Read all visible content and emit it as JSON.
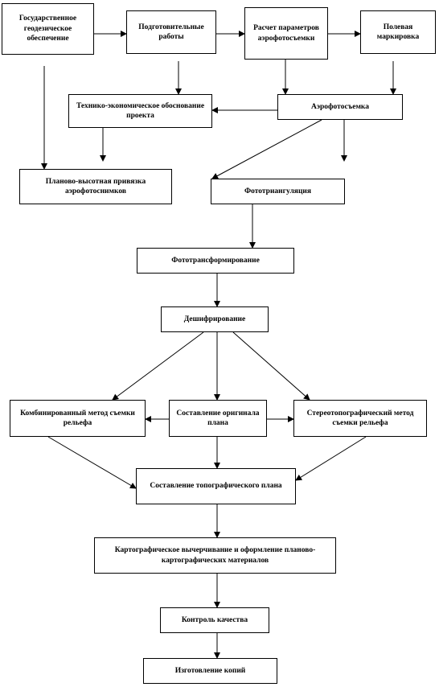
{
  "boxes": {
    "geodetic": "Государственное геодезическое обеспечение",
    "preparatory": "Подготовительные работы",
    "calc_params": "Расчет параметров аэрофотосъемки",
    "field_marking": "Полевая маркировка",
    "feasibility": "Технико-экономическое обоснование проекта",
    "aerial_survey": "Аэрофотосъемка",
    "planned_height": "Планово-высотная привязка аэрофотоснимков",
    "phototriangulation": "Фототриангуляция",
    "phototransformation": "Фототрансформирование",
    "interpretation": "Дешифрирование",
    "combined_method": "Комбинированный метод съемки рельефа",
    "original_plan": "Составление оригинала плана",
    "stereo_method": "Стереотопографический метод съемки рельефа",
    "compile_plan": "Составление топографического плана",
    "cartographic": "Картографическое вычерчивание и оформление планово-картографических материалов",
    "quality": "Контроль качества",
    "copies": "Изготовление копий"
  }
}
